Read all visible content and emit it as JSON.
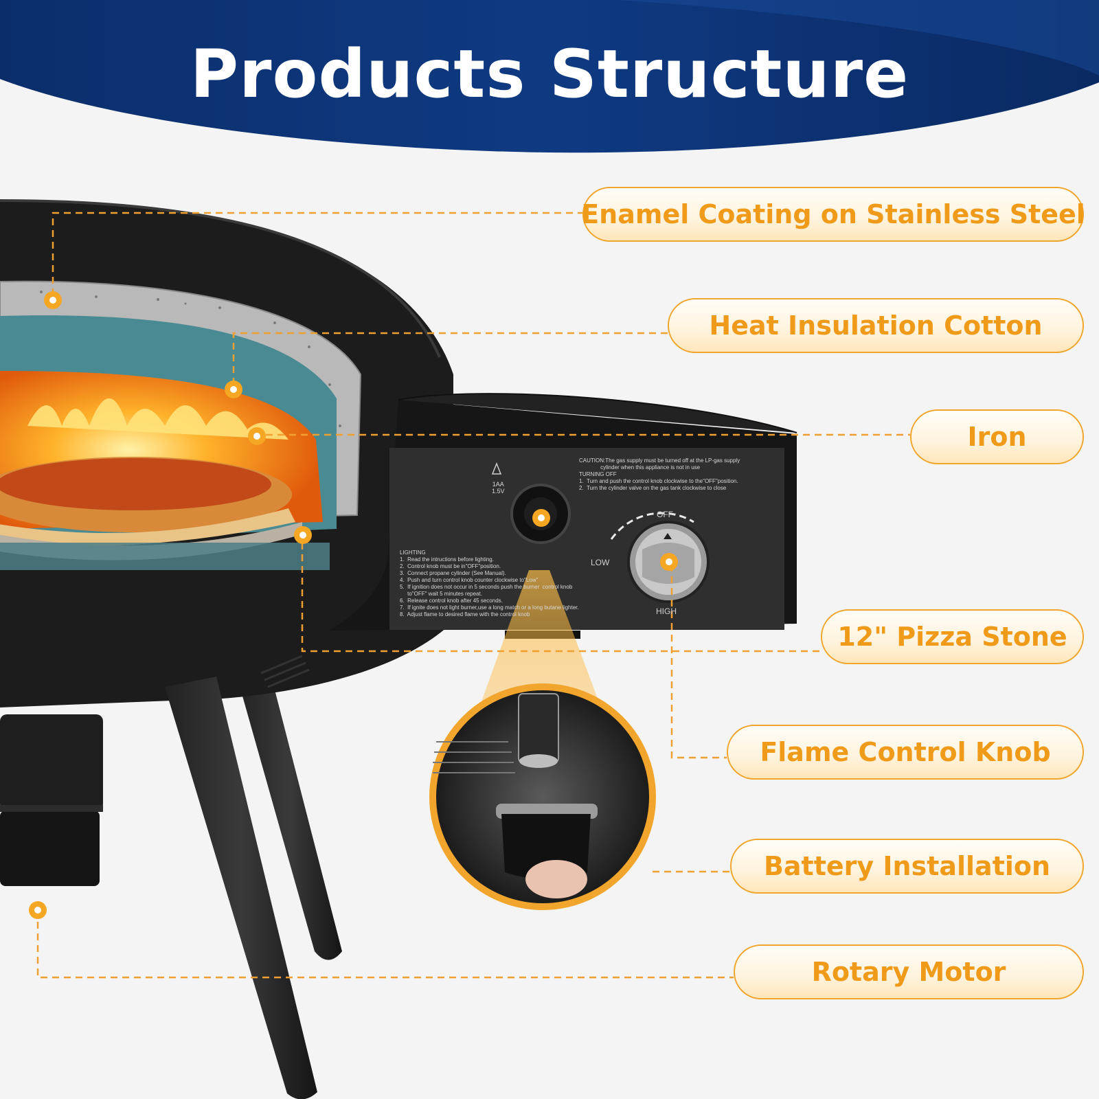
{
  "header": {
    "title": "Products Structure"
  },
  "callouts": [
    {
      "label": "Enamel Coating on Stainless Steel"
    },
    {
      "label": "Heat Insulation Cotton"
    },
    {
      "label": "Iron"
    },
    {
      "label": "12\" Pizza Stone"
    },
    {
      "label": "Flame Control Knob"
    },
    {
      "label": "Battery Installation"
    },
    {
      "label": "Rotary Motor"
    }
  ],
  "control_panel": {
    "battery_label": "1AA\n1.5V",
    "caution_text": "CAUTION:The gas supply must be turned off at the LP-gas supply\n              cylinder when this appliance is not in use\nTURNING OFF\n1.  Turn and push the control knob clockwise to the\"OFF\"position.\n2.  Turn the cylinder valve on the gas tank clockwise to close",
    "lighting_text": "LIGHTING\n1.  Read the intructions before lighting.\n2.  Control knob must be in\"OFF\"position.\n3.  Connect propane cylinder (See Manual).\n4.  Push and turn control knob counter clockwise to\"Low\"\n5.  If ignition does not occur in 5 seconds push the burner  control knob\n     to\"OFF\" wait 5 minutes repeat.\n6.  Release control knob after 45 seconds.\n7.  If ignite does not light burner,use a long match or a long butane lighter.\n8.  Adjust flame to desired flame with the control knob",
    "dial_off": "OFF",
    "dial_low": "LOW",
    "dial_high": "HIGH"
  },
  "colors": {
    "accent": "#f09a1a",
    "header_blue": "#0d3578",
    "oven_body": "#1c1c1c"
  }
}
